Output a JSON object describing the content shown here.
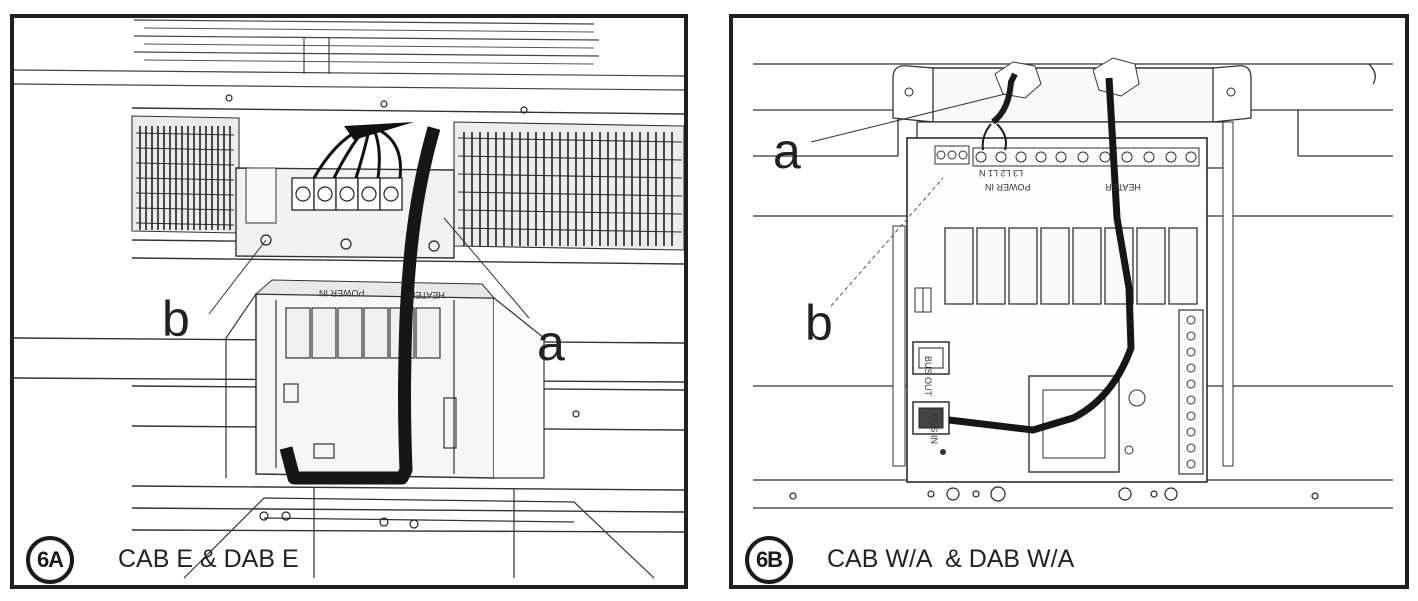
{
  "panel_a": {
    "figure_id": "6A",
    "caption": "CAB E & DAB E",
    "callout_a": "a",
    "callout_b": "b",
    "board_label_power": "POWER IN",
    "board_label_heater": "HEATER"
  },
  "panel_b": {
    "figure_id": "6B",
    "caption": "CAB W/A  & DAB W/A",
    "callout_a": "a",
    "callout_b": "b",
    "board_label_power": "POWER IN",
    "board_label_heater": "HEATER",
    "terminal_labels": "L3 L2 L1 N",
    "bus_out": "BUS OUT",
    "bus_in": "BUS IN"
  },
  "colors": {
    "line": "#2a2a2a",
    "cable": "#1a1a1a",
    "frame": "#1f1f1f"
  }
}
